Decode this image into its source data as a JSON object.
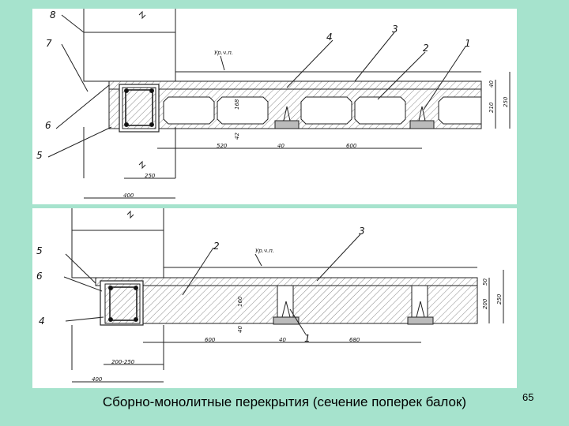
{
  "caption": "Сборно-монолитные перекрытия (сечение поперек балок)",
  "page_number": "65",
  "top_section": {
    "level_label": "Ур.ч.п.",
    "callouts": [
      "8",
      "7",
      "6",
      "5",
      "4",
      "3",
      "2",
      "1"
    ],
    "dimensions": {
      "d168": "168",
      "d42": "42",
      "d520": "520",
      "d40": "40",
      "d600": "600",
      "d250": "250",
      "d400": "400",
      "d40r": "40",
      "d210": "210",
      "d250r": "250"
    }
  },
  "bottom_section": {
    "level_label": "Ур.ч.п.",
    "callouts": [
      "5",
      "6",
      "4",
      "2",
      "3",
      "1"
    ],
    "dimensions": {
      "d160": "160",
      "d40": "40",
      "d600": "600",
      "d40b": "40",
      "d680": "680",
      "d200_250": "200-250",
      "d400": "400",
      "d50": "50",
      "d200": "200",
      "d250": "250"
    }
  }
}
